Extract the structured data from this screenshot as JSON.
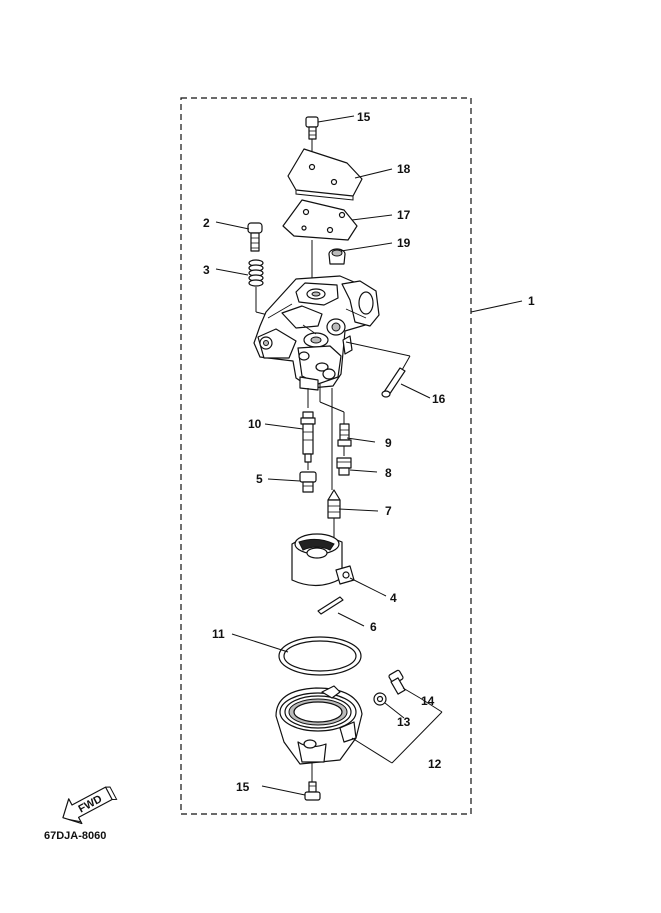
{
  "diagram": {
    "drawing_code": "67DJA-8060",
    "fwd_label": "FWD",
    "callouts": {
      "c1": "1",
      "c2": "2",
      "c3": "3",
      "c4": "4",
      "c5": "5",
      "c6": "6",
      "c7": "7",
      "c8": "8",
      "c9": "9",
      "c10": "10",
      "c11": "11",
      "c12": "12",
      "c13": "13",
      "c14": "14",
      "c15_top": "15",
      "c15_bottom": "15",
      "c16": "16",
      "c17": "17",
      "c18": "18",
      "c19": "19"
    }
  }
}
